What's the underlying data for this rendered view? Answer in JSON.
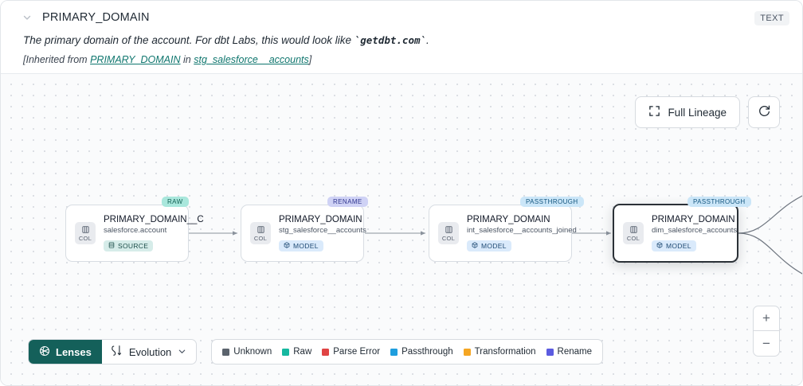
{
  "header": {
    "chevron_icon": "chevron-down-icon",
    "title": "PRIMARY_DOMAIN",
    "type_badge": "TEXT",
    "description_prefix": "The primary domain of the account. For dbt Labs, this would look like ",
    "description_code": "`getdbt.com`",
    "description_suffix": ".",
    "inherited_prefix": "[Inherited from ",
    "inherited_link": "PRIMARY_DOMAIN",
    "inherited_mid": " in ",
    "inherited_source": "stg_salesforce__accounts",
    "inherited_suffix": "]"
  },
  "controls": {
    "full_lineage_label": "Full Lineage",
    "full_lineage_icon": "expand-corners-icon",
    "refresh_icon": "refresh-icon",
    "zoom_in_label": "+",
    "zoom_out_label": "−"
  },
  "graph": {
    "nodes": [
      {
        "tag": "RAW",
        "tag_class": "raw",
        "col_label": "COL",
        "title": "PRIMARY_DOMAIN__C",
        "subtitle": "salesforce.account",
        "pill_label": "SOURCE",
        "pill_class": "source",
        "pill_icon": "database-icon",
        "selected": false
      },
      {
        "tag": "RENAME",
        "tag_class": "rename",
        "col_label": "COL",
        "title": "PRIMARY_DOMAIN",
        "subtitle": "stg_salesforce__accounts",
        "pill_label": "MODEL",
        "pill_class": "model",
        "pill_icon": "cube-icon",
        "selected": false
      },
      {
        "tag": "PASSTHROUGH",
        "tag_class": "passthrough",
        "col_label": "COL",
        "title": "PRIMARY_DOMAIN",
        "subtitle": "int_salesforce__accounts_joined",
        "pill_label": "MODEL",
        "pill_class": "model",
        "pill_icon": "cube-icon",
        "selected": false
      },
      {
        "tag": "PASSTHROUGH",
        "tag_class": "passthrough",
        "col_label": "COL",
        "title": "PRIMARY_DOMAIN",
        "subtitle": "dim_salesforce_accounts",
        "pill_label": "MODEL",
        "pill_class": "model",
        "pill_icon": "cube-icon",
        "selected": true
      }
    ]
  },
  "toolbar": {
    "lenses_label": "Lenses",
    "lenses_icon": "lens-aperture-icon",
    "evolution_label": "Evolution",
    "evolution_icon": "evolution-flow-icon",
    "evolution_caret_icon": "chevron-down-icon"
  },
  "legend": {
    "items": [
      {
        "label": "Unknown",
        "color": "#5b636d"
      },
      {
        "label": "Raw",
        "color": "#16b8a0"
      },
      {
        "label": "Parse Error",
        "color": "#e04444"
      },
      {
        "label": "Passthrough",
        "color": "#1f9ede"
      },
      {
        "label": "Transformation",
        "color": "#f5a623"
      },
      {
        "label": "Rename",
        "color": "#5b5be0"
      }
    ]
  }
}
